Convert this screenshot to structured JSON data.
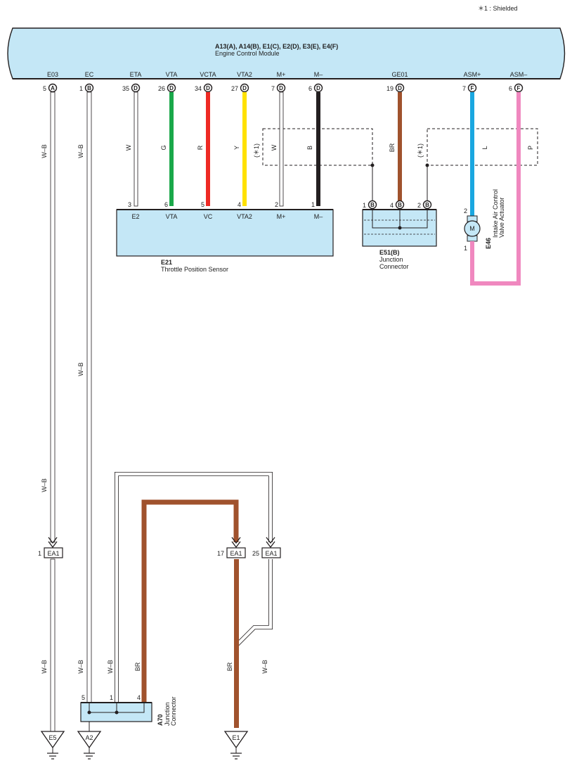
{
  "note": "＊1 : Shielded",
  "ecm": {
    "title": "A13(A), A14(B), E1(C), E2(D), E3(E), E4(F)",
    "subtitle": "Engine Control Module",
    "pins": [
      {
        "name": "E03",
        "num": "5",
        "conn": "A"
      },
      {
        "name": "EC",
        "num": "1",
        "conn": "B"
      },
      {
        "name": "ETA",
        "num": "35",
        "conn": "D"
      },
      {
        "name": "VTA",
        "num": "26",
        "conn": "D"
      },
      {
        "name": "VCTA",
        "num": "34",
        "conn": "D"
      },
      {
        "name": "VTA2",
        "num": "27",
        "conn": "D"
      },
      {
        "name": "M+",
        "num": "7",
        "conn": "D"
      },
      {
        "name": "M–",
        "num": "6",
        "conn": "D"
      },
      {
        "name": "GE01",
        "num": "19",
        "conn": "D"
      },
      {
        "name": "ASM+",
        "num": "7",
        "conn": "F"
      },
      {
        "name": "ASM–",
        "num": "6",
        "conn": "F"
      }
    ]
  },
  "wires": {
    "e03": {
      "code": "W–B",
      "color": "#ffffff"
    },
    "ec": {
      "code": "W–B",
      "color": "#ffffff"
    },
    "eta": {
      "code": "W",
      "color": "#ffffff"
    },
    "vta": {
      "code": "G",
      "color": "#1aa84a"
    },
    "vcta": {
      "code": "R",
      "color": "#ee2a24"
    },
    "vta2": {
      "code": "Y",
      "color": "#ffe100"
    },
    "mplus": {
      "code": "W",
      "color": "#ffffff"
    },
    "mminus": {
      "code": "B",
      "color": "#231f20"
    },
    "ge01": {
      "code": "BR",
      "color": "#a0522d"
    },
    "asmplus": {
      "code": "L",
      "color": "#1aa7e0"
    },
    "asmminus": {
      "code": "P",
      "color": "#f088bf"
    },
    "shield_mark": "(＊1)"
  },
  "tps": {
    "code": "E21",
    "name": "Throttle Position Sensor",
    "pins": [
      {
        "num": "3",
        "label": "E2"
      },
      {
        "num": "6",
        "label": "VTA"
      },
      {
        "num": "5",
        "label": "VC"
      },
      {
        "num": "4",
        "label": "VTA2"
      },
      {
        "num": "2",
        "label": "M+"
      },
      {
        "num": "1",
        "label": "M–"
      }
    ]
  },
  "e51": {
    "code": "E51(B)",
    "name1": "Junction",
    "name2": "Connector",
    "pins": [
      {
        "num": "1",
        "conn": "B"
      },
      {
        "num": "4",
        "conn": "B"
      },
      {
        "num": "2",
        "conn": "B"
      }
    ]
  },
  "e46": {
    "code": "E46",
    "name1": "Intake Air Control",
    "name2": "Valve Actuator",
    "motor": "M",
    "pin_top": "2",
    "pin_bottom": "1"
  },
  "a70": {
    "code": "A70",
    "name1": "Junction",
    "name2": "Connector",
    "pins": [
      "5",
      "1",
      "4"
    ]
  },
  "ea1": {
    "label": "EA1",
    "pins": [
      "1",
      "17",
      "25"
    ]
  },
  "lower_wire_codes": {
    "left_upper": "W–B",
    "ec_mid": "W–B",
    "left_lower": "W–B",
    "ec_lower": "W–B",
    "loop_left": "W–B",
    "br_a70": "BR",
    "br_e1": "BR",
    "loop_right": "W–B"
  },
  "grounds": [
    "E5",
    "A2",
    "E1"
  ]
}
